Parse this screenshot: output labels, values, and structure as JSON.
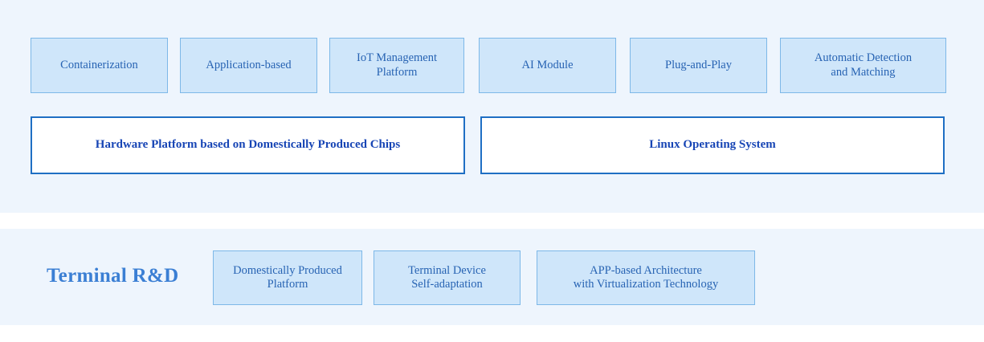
{
  "colors": {
    "panel_background": "#eef5fd",
    "tile_fill": "#cfe6fa",
    "tile_border": "#7db8e8",
    "tile_text": "#2763b3",
    "plain_fill": "#ffffff",
    "plain_border": "#1f6fc4",
    "plain_text": "#1745b5",
    "section_label_text": "#3b7fd4",
    "page_background": "#ffffff"
  },
  "top_section": {
    "feature_tiles": [
      {
        "label": "Containerization"
      },
      {
        "label": "Application-based"
      },
      {
        "label": "IoT Management Platform"
      },
      {
        "label": "AI Module"
      },
      {
        "label": "Plug-and-Play"
      },
      {
        "label_line1": "Automatic Detection",
        "label_line2": "and Matching"
      }
    ],
    "foundation_boxes": [
      {
        "label": "Hardware Platform based on Domestically Produced Chips"
      },
      {
        "label": "Linux Operating System"
      }
    ]
  },
  "bottom_section": {
    "title": "Terminal R&D",
    "tiles": [
      {
        "label_line1": "Domestically Produced",
        "label_line2": "Platform"
      },
      {
        "label_line1": "Terminal Device",
        "label_line2": "Self-adaptation"
      },
      {
        "label_line1": "APP-based Architecture",
        "label_line2": "with Virtualization Technology"
      }
    ]
  }
}
